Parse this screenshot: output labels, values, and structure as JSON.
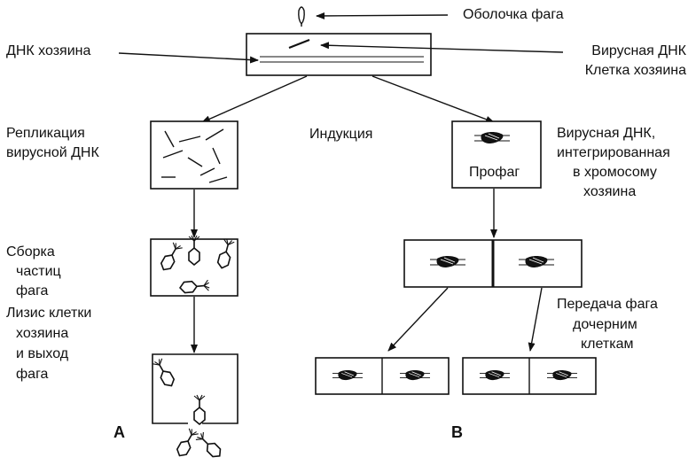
{
  "labels": {
    "phage_coat": "Оболочка фага",
    "host_dna": "ДНК хозяина",
    "viral_dna": "Вирусная ДНК",
    "host_cell": "Клетка хозяина",
    "replication_line1": "Репликация",
    "replication_line2": "вирусной ДНК",
    "induction": "Индукция",
    "integrated_line1": "Вирусная ДНК,",
    "integrated_line2": "интегрированная",
    "integrated_line3": "в хромосому",
    "integrated_line4": "хозяина",
    "prophage": "Профаг",
    "assembly_line1": "Сборка",
    "assembly_line2": "частиц",
    "assembly_line3": "фага",
    "lysis_line1": "Лизис клетки",
    "lysis_line2": "хозяина",
    "lysis_line3": "и выход",
    "lysis_line4": "фага",
    "transfer_line1": "Передача фага",
    "transfer_line2": "дочерним",
    "transfer_line3": "клеткам",
    "panel_a": "А",
    "panel_b": "В"
  }
}
